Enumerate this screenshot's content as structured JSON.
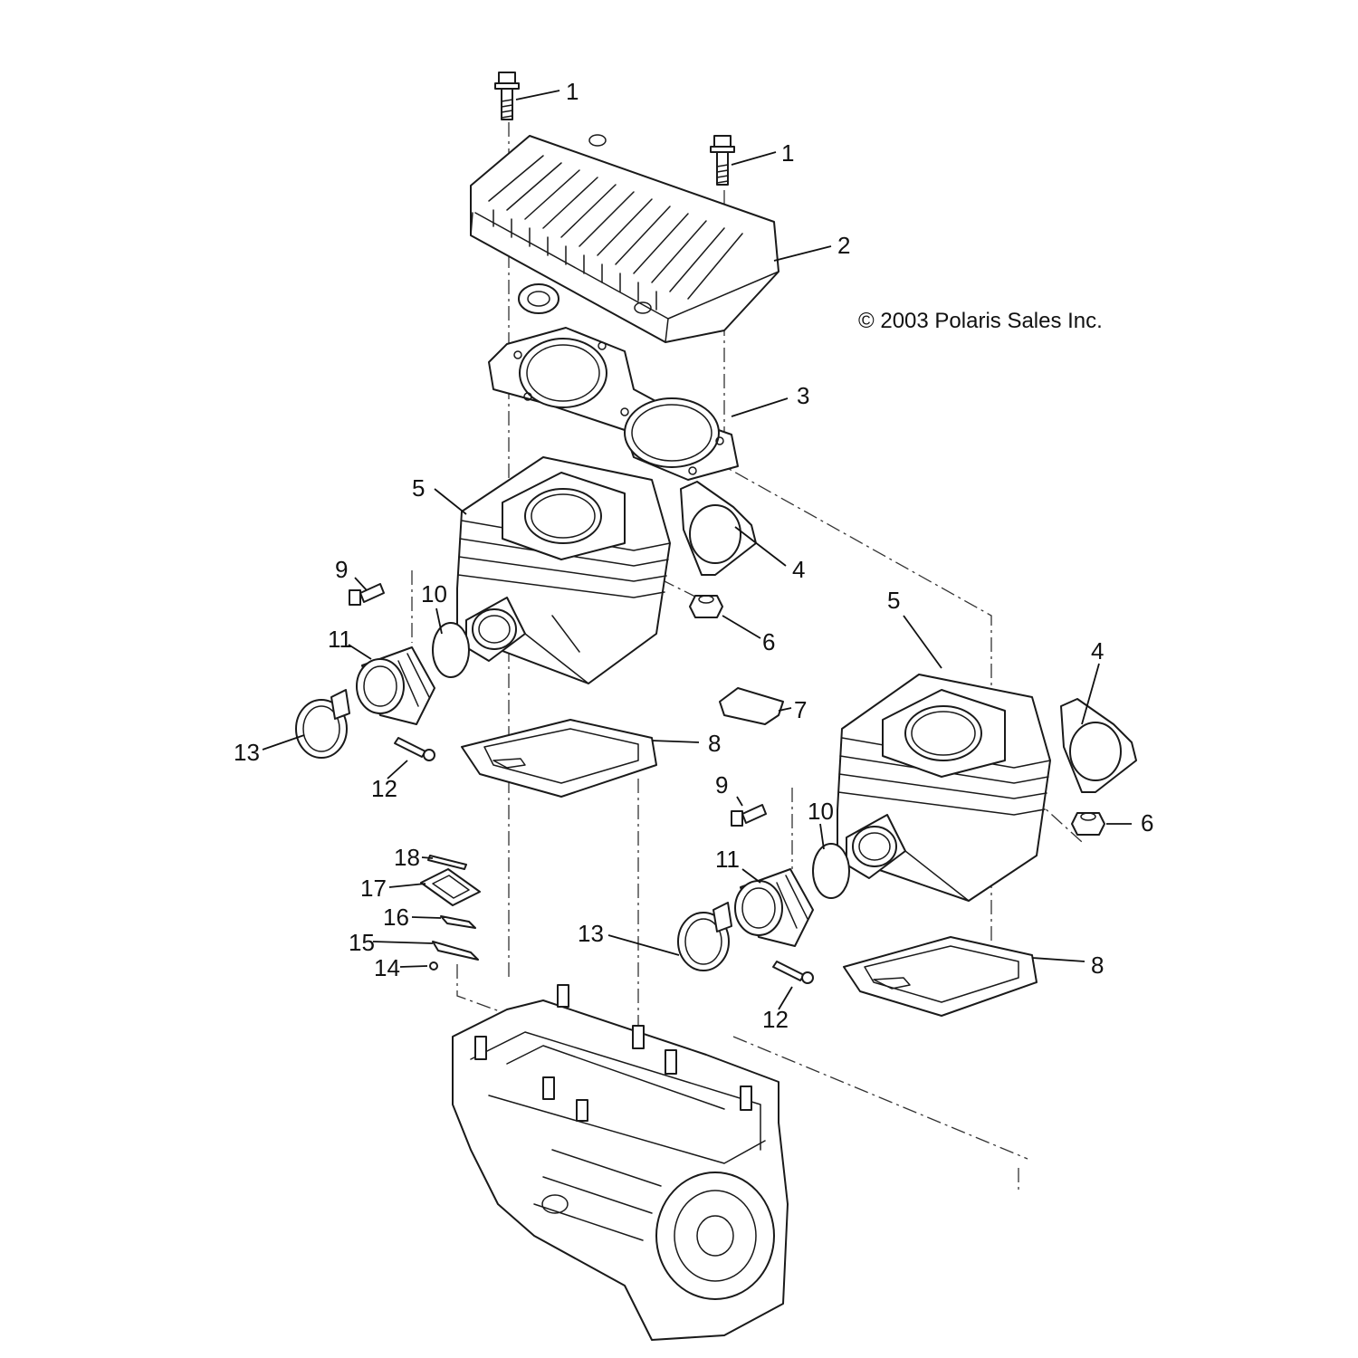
{
  "copyright": "© 2003 Polaris Sales Inc.",
  "callouts": {
    "c1a": "1",
    "c1b": "1",
    "c2": "2",
    "c3": "3",
    "c4a": "4",
    "c4b": "4",
    "c5a": "5",
    "c5b": "5",
    "c6a": "6",
    "c6b": "6",
    "c7": "7",
    "c8a": "8",
    "c8b": "8",
    "c9a": "9",
    "c9b": "9",
    "c10a": "10",
    "c10b": "10",
    "c11a": "11",
    "c11b": "11",
    "c12a": "12",
    "c12b": "12",
    "c13a": "13",
    "c13b": "13",
    "c14": "14",
    "c15": "15",
    "c16": "16",
    "c17": "17",
    "c18": "18"
  }
}
